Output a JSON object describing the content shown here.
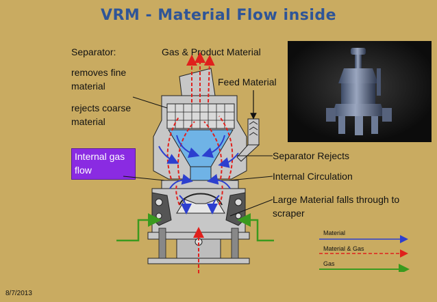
{
  "title": "VRM - Material Flow inside",
  "labels": {
    "separator": "Separator:",
    "removes_fine": "removes fine\nmaterial",
    "rejects_coarse": "rejects coarse\nmaterial",
    "internal_gas_flow": "Internal gas\nflow",
    "gas_product": "Gas & Product Material",
    "feed_material": "Feed Material",
    "separator_rejects": "Separator Rejects",
    "internal_circulation": "Internal Circulation",
    "large_material": "Large Material falls through to\nscraper"
  },
  "legend": [
    {
      "label": "Material",
      "color": "#2c3fcf",
      "style": "solid"
    },
    {
      "label": "Material & Gas",
      "color": "#e0201c",
      "style": "dashed"
    },
    {
      "label": "Gas",
      "color": "#3a9a1e",
      "style": "solid"
    }
  ],
  "date": "8/7/2013",
  "colors": {
    "background": "#c9ab61",
    "title": "#2f5597",
    "internal_gas_box": "#8a2be2",
    "mill_fill": "#c7c7c7",
    "cone_fill": "#6fb3e6"
  }
}
